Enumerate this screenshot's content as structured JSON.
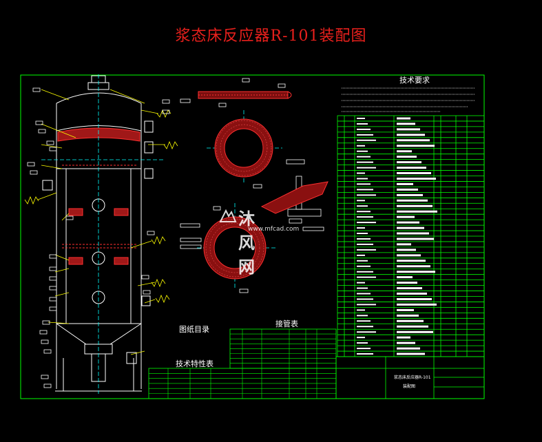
{
  "title": "浆态床反应器R-101装配图",
  "tech_requirements_title": "技术要求",
  "drawing_list_title": "图纸目录",
  "nozzle_table_title": "接管表",
  "tech_spec_title": "技术特性表",
  "title_block": {
    "name_line1": "浆态床反应器R-101",
    "name_line2": "装配图"
  },
  "watermark": {
    "brand": "沐风网",
    "url": "www.mfcad.com"
  },
  "colors": {
    "frame": "#00ff00",
    "title": "#e8201c",
    "hatch": "#ff3030",
    "centerline": "#00ffff",
    "leader": "#ffff00"
  }
}
